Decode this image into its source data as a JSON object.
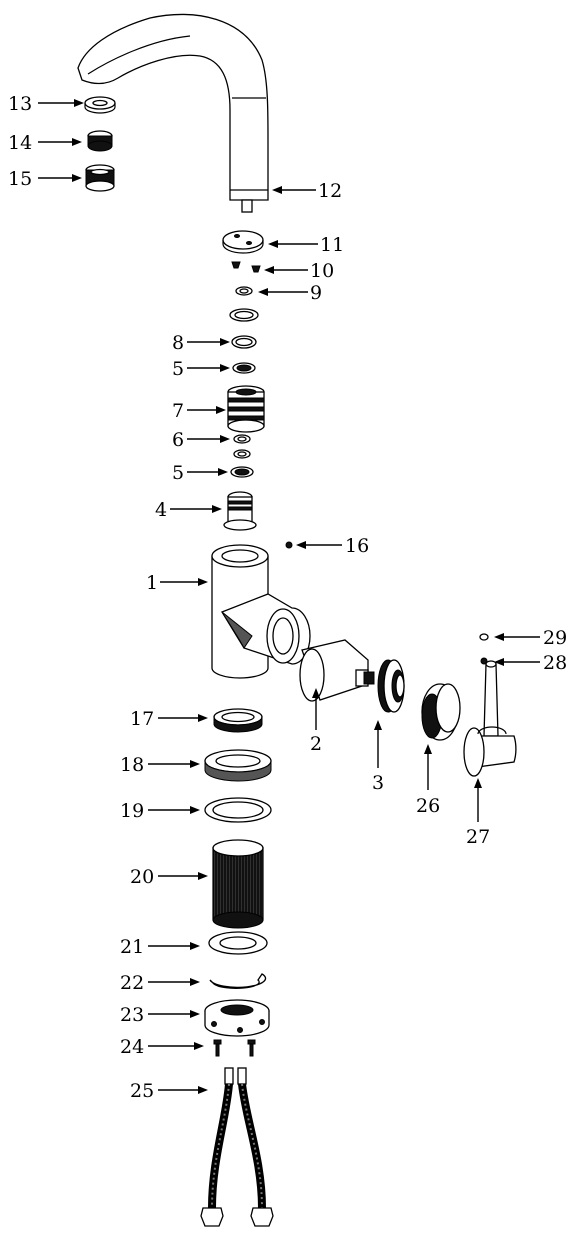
{
  "callouts": [
    {
      "id": "1",
      "label": "1"
    },
    {
      "id": "2",
      "label": "2"
    },
    {
      "id": "3",
      "label": "3"
    },
    {
      "id": "4",
      "label": "4"
    },
    {
      "id": "5a",
      "label": "5"
    },
    {
      "id": "5b",
      "label": "5"
    },
    {
      "id": "6",
      "label": "6"
    },
    {
      "id": "7",
      "label": "7"
    },
    {
      "id": "8",
      "label": "8"
    },
    {
      "id": "9",
      "label": "9"
    },
    {
      "id": "10",
      "label": "10"
    },
    {
      "id": "11",
      "label": "11"
    },
    {
      "id": "12",
      "label": "12"
    },
    {
      "id": "13",
      "label": "13"
    },
    {
      "id": "14",
      "label": "14"
    },
    {
      "id": "15",
      "label": "15"
    },
    {
      "id": "16",
      "label": "16"
    },
    {
      "id": "17",
      "label": "17"
    },
    {
      "id": "18",
      "label": "18"
    },
    {
      "id": "19",
      "label": "19"
    },
    {
      "id": "20",
      "label": "20"
    },
    {
      "id": "21",
      "label": "21"
    },
    {
      "id": "22",
      "label": "22"
    },
    {
      "id": "23",
      "label": "23"
    },
    {
      "id": "24",
      "label": "24"
    },
    {
      "id": "25",
      "label": "25"
    },
    {
      "id": "26",
      "label": "26"
    },
    {
      "id": "27",
      "label": "27"
    },
    {
      "id": "28",
      "label": "28"
    },
    {
      "id": "29",
      "label": "29"
    }
  ]
}
